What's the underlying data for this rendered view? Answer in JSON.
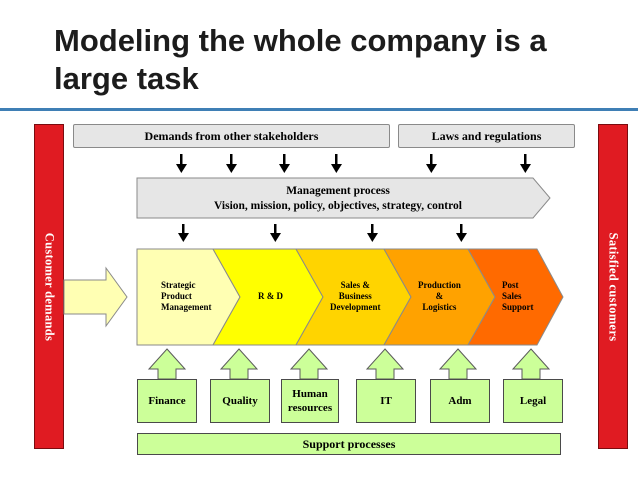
{
  "title": "Modeling the whole company is a large task",
  "left_bar": "Customer demands",
  "right_bar": "Satisfied customers",
  "top_boxes": {
    "stakeholders": "Demands from other stakeholders",
    "laws": "Laws and regulations"
  },
  "management": {
    "line1": "Management process",
    "line2": "Vision, mission, policy, objectives, strategy, control"
  },
  "core_processes": [
    {
      "l1": "Strategic",
      "l2": "Product",
      "l3": "Management",
      "color": "#ffffb3"
    },
    {
      "l1": "R & D",
      "l2": "",
      "l3": "",
      "color": "#ffff00"
    },
    {
      "l1": "Sales &",
      "l2": "Business",
      "l3": "Development",
      "color": "#ffd400"
    },
    {
      "l1": "Production",
      "l2": "&",
      "l3": "Logistics",
      "color": "#ffa200"
    },
    {
      "l1": "Post",
      "l2": "Sales",
      "l3": "Support",
      "color": "#ff6a00"
    }
  ],
  "support_items": [
    "Finance",
    "Quality",
    "Human resources",
    "IT",
    "Adm",
    "Legal"
  ],
  "support_label": "Support processes",
  "colors": {
    "accent_red": "#e01b22",
    "support_green": "#ccff99",
    "title_rule": "#3f7fb5"
  }
}
